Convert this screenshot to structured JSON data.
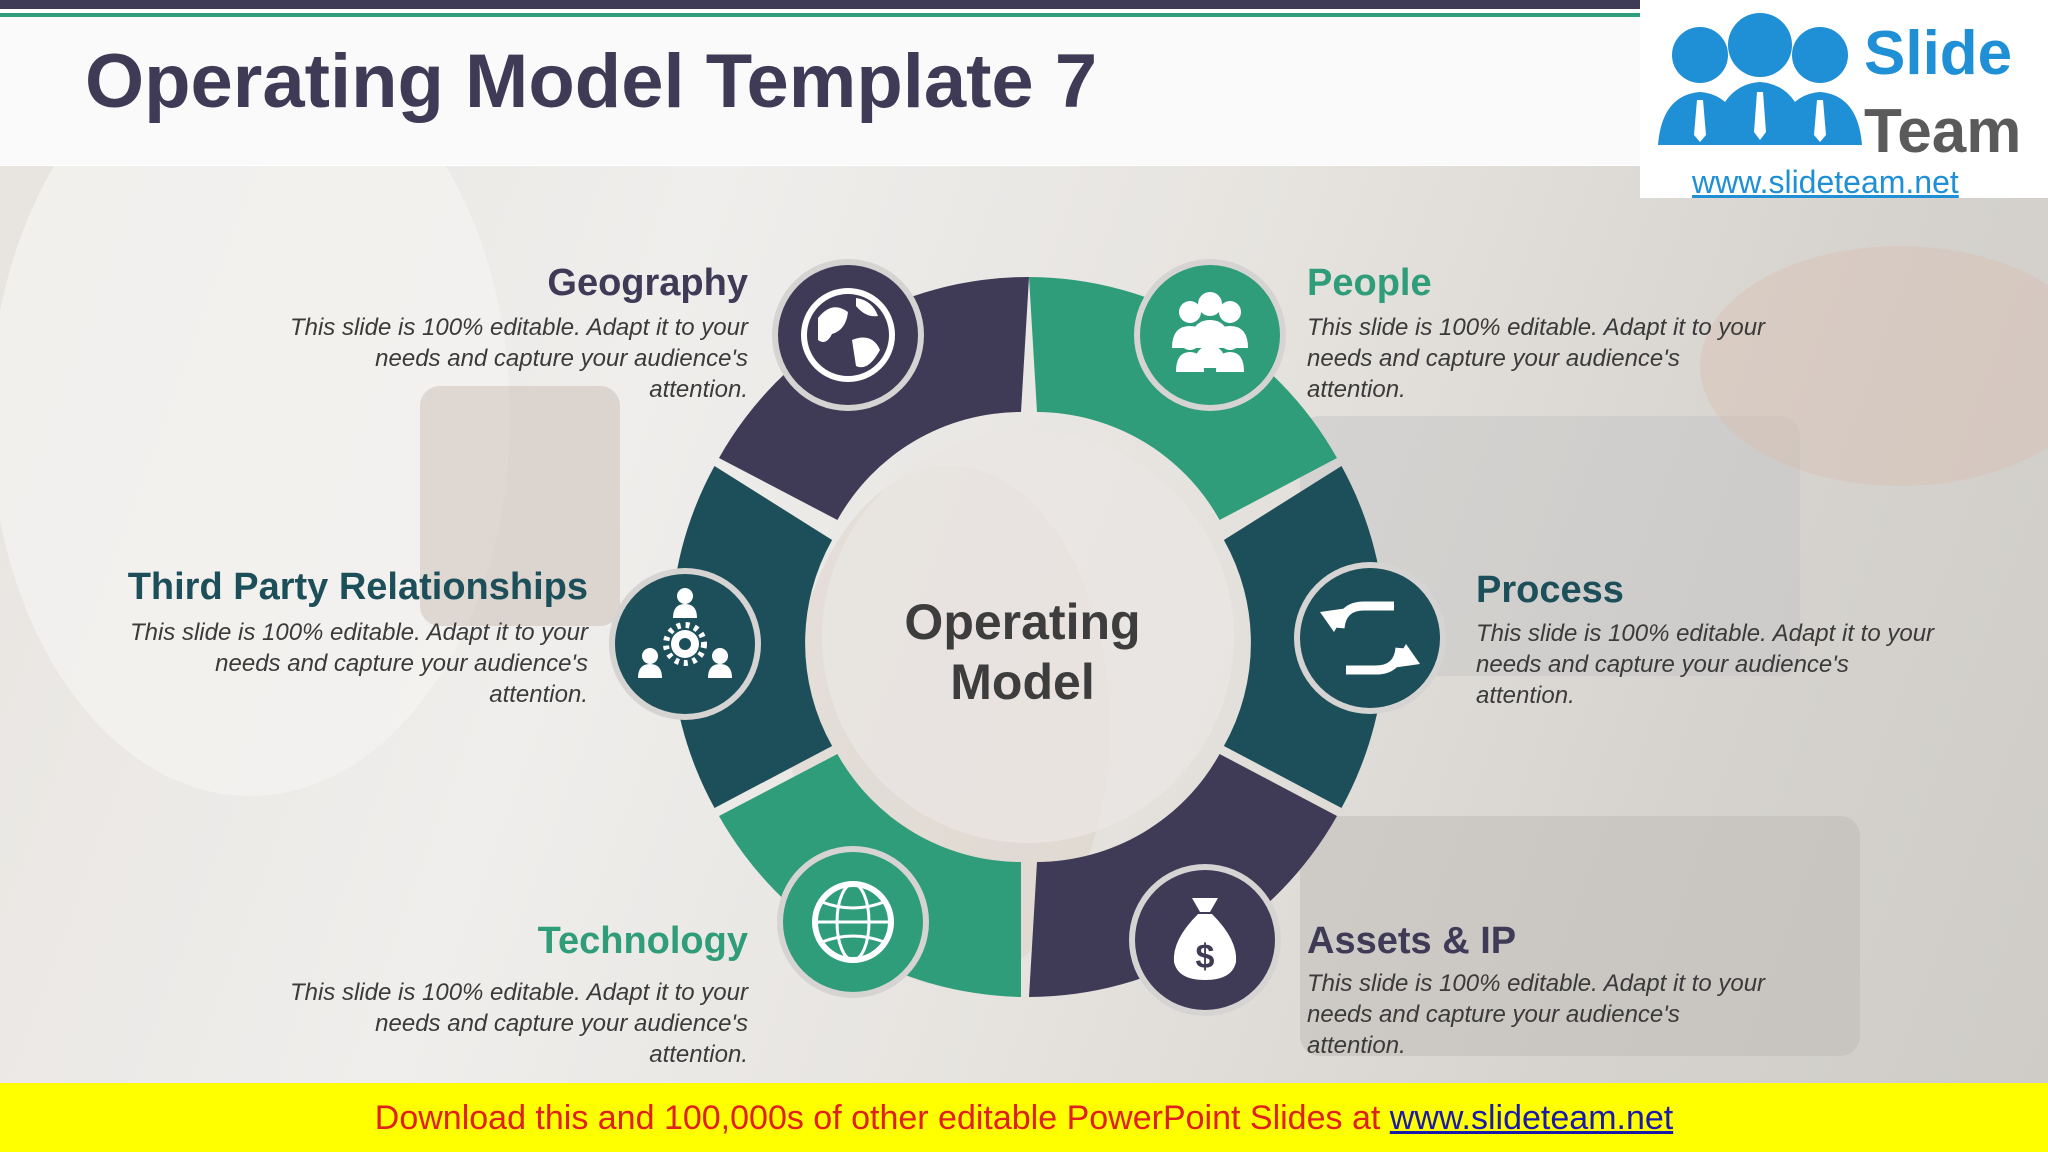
{
  "title": "Operating Model Template 7",
  "center_label": "Operating Model",
  "center_lines": [
    "Operating",
    "Model"
  ],
  "items": [
    {
      "label": "Geography",
      "description": "This slide is 100% editable. Adapt it to your needs and capture your audience's attention.",
      "icon": "globe-icon",
      "color": "#3f3a56"
    },
    {
      "label": "People",
      "description": "This slide is 100% editable. Adapt it to your needs and capture your audience's attention.",
      "icon": "people-group-icon",
      "color": "#2f9d7a"
    },
    {
      "label": "Process",
      "description": "This slide is 100% editable. Adapt it to your needs and capture your audience's attention.",
      "icon": "refresh-icon",
      "color": "#1d4f5a"
    },
    {
      "label": "Assets & IP",
      "description": "This slide is 100% editable. Adapt it to your needs and capture your audience's attention.",
      "icon": "money-bag-icon",
      "color": "#3f3a56"
    },
    {
      "label": "Technology",
      "description": "This slide is 100% editable. Adapt it to your needs and capture your audience's attention.",
      "icon": "network-globe-icon",
      "color": "#2f9d7a"
    },
    {
      "label": "Third Party Relationships",
      "description": "This slide is 100% editable. Adapt it to your needs and capture your audience's attention.",
      "icon": "team-gear-icon",
      "color": "#1d4f5a"
    }
  ],
  "logo": {
    "line1": "Slide",
    "line2": "Team",
    "url": "www.slideteam.net"
  },
  "footer": {
    "text": "Download this and 100,000s of other editable PowerPoint Slides at ",
    "link": "www.slideteam.net"
  }
}
